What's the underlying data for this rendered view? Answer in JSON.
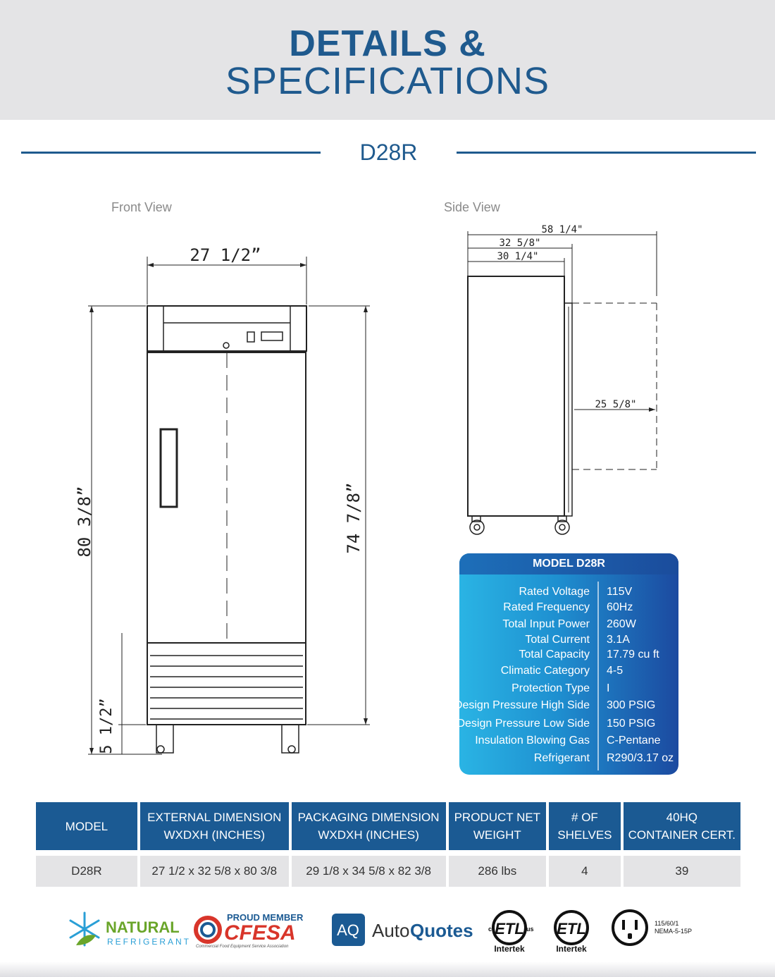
{
  "header": {
    "line1": "DETAILS &",
    "line2": "SPECIFICATIONS"
  },
  "model_title": "D28R",
  "views": {
    "front_label": "Front View",
    "side_label": "Side View"
  },
  "front_dims": {
    "width": "27 1/2”",
    "height_total": "80 3/8”",
    "height_body": "74 7/8”",
    "height_base": "5 1/2”"
  },
  "side_dims": {
    "total_depth": "58 1/4\"",
    "depth": "32 5/8\"",
    "body_depth": "30 1/4\"",
    "door_swing": "25 5/8\""
  },
  "spec_card": {
    "title": "MODEL D28R",
    "rows": [
      {
        "label": "Rated  Voltage",
        "value": "115V"
      },
      {
        "label": "Rated  Frequency",
        "value": "60Hz"
      },
      {
        "label": "Total Input Power",
        "value": "260W"
      },
      {
        "label": "Total Current",
        "value": "3.1A"
      },
      {
        "label": "Total Capacity",
        "value": "17.79 cu ft"
      },
      {
        "label": "Climatic Category",
        "value": "4-5"
      },
      {
        "label": "Protection Type",
        "value": "I"
      },
      {
        "label": "Design Pressure High Side",
        "value": "300 PSIG"
      },
      {
        "label": "Design Pressure Low Side",
        "value": "150 PSIG"
      },
      {
        "label": "Insulation Blowing Gas",
        "value": "C-Pentane"
      },
      {
        "label": "Refrigerant",
        "value": "R290/3.17 oz"
      }
    ]
  },
  "table": {
    "headers": [
      [
        "MODEL",
        ""
      ],
      [
        "EXTERNAL DIMENSION",
        "WXDXH (INCHES)"
      ],
      [
        "PACKAGING DIMENSION",
        "WXDXH (INCHES)"
      ],
      [
        "PRODUCT NET",
        "WEIGHT"
      ],
      [
        "# OF",
        "SHELVES"
      ],
      [
        "40HQ",
        "CONTAINER CERT."
      ]
    ],
    "row": [
      "D28R",
      "27 1/2 x 32 5/8 x 80 3/8",
      "29 1/8 x 34 5/8 x 82 3/8",
      "286 lbs",
      "4",
      "39"
    ]
  },
  "logos": {
    "natural_top": "NATURAL",
    "natural_bottom": "REFRIGERANT",
    "cfesa_top": "PROUD MEMBER",
    "cfesa_main": "CFESA",
    "cfesa_sub": "Commercial Food Equipment Service Association",
    "aq_badge": "AQ",
    "aq_auto": "Auto",
    "aq_quotes": "Quotes",
    "etl_text": "ETL",
    "etl_c": "c",
    "etl_us": "us",
    "intertek": "Intertek",
    "plug_line1": "115/60/1",
    "plug_line2": "NEMA-5-15P"
  },
  "colors": {
    "brand_blue": "#1f5a8e",
    "table_header": "#1b5a93",
    "header_bg": "#e4e4e6",
    "logo_green": "#6aa52a",
    "logo_red": "#d8352a"
  }
}
